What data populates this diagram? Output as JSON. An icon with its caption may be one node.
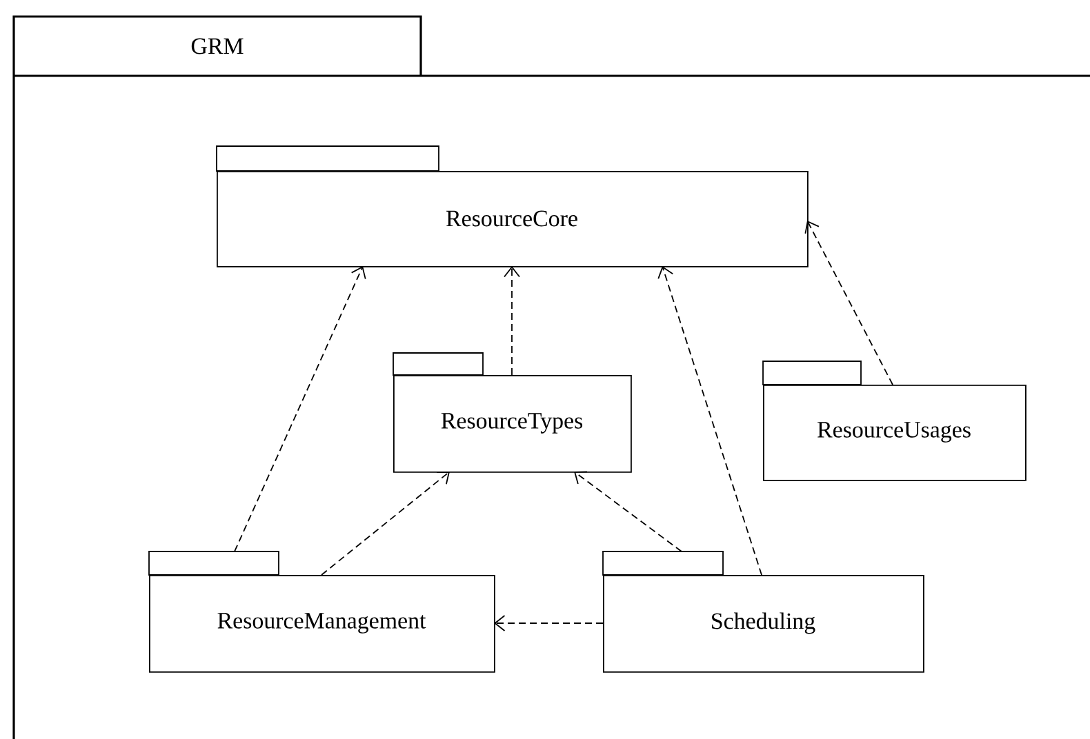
{
  "diagram": {
    "nodes": [
      {
        "text": [
          "GRM"
        ]
      },
      {
        "text": [
          "ResourceCore"
        ],
        "in": 0
      },
      {
        "text": [
          "ResourceTypes"
        ],
        "in": 0
      },
      {
        "text": [
          "ResourceUsages"
        ],
        "in": 0
      },
      {
        "text": [
          "ResourceManagement"
        ],
        "in": 0
      },
      {
        "text": [
          "Scheduling"
        ],
        "in": 0
      }
    ],
    "edges": [
      {
        "from": 4,
        "to": 1,
        "arrow": "to"
      },
      {
        "from": 4,
        "to": 2,
        "arrow": "to"
      },
      {
        "from": 2,
        "to": 1,
        "arrow": "to"
      },
      {
        "from": 5,
        "to": 1,
        "arrow": "to"
      },
      {
        "from": 5,
        "to": 2,
        "arrow": "to"
      },
      {
        "from": 5,
        "to": 4,
        "arrow": "to"
      },
      {
        "from": 3,
        "to": 1,
        "arrow": "to"
      }
    ]
  }
}
